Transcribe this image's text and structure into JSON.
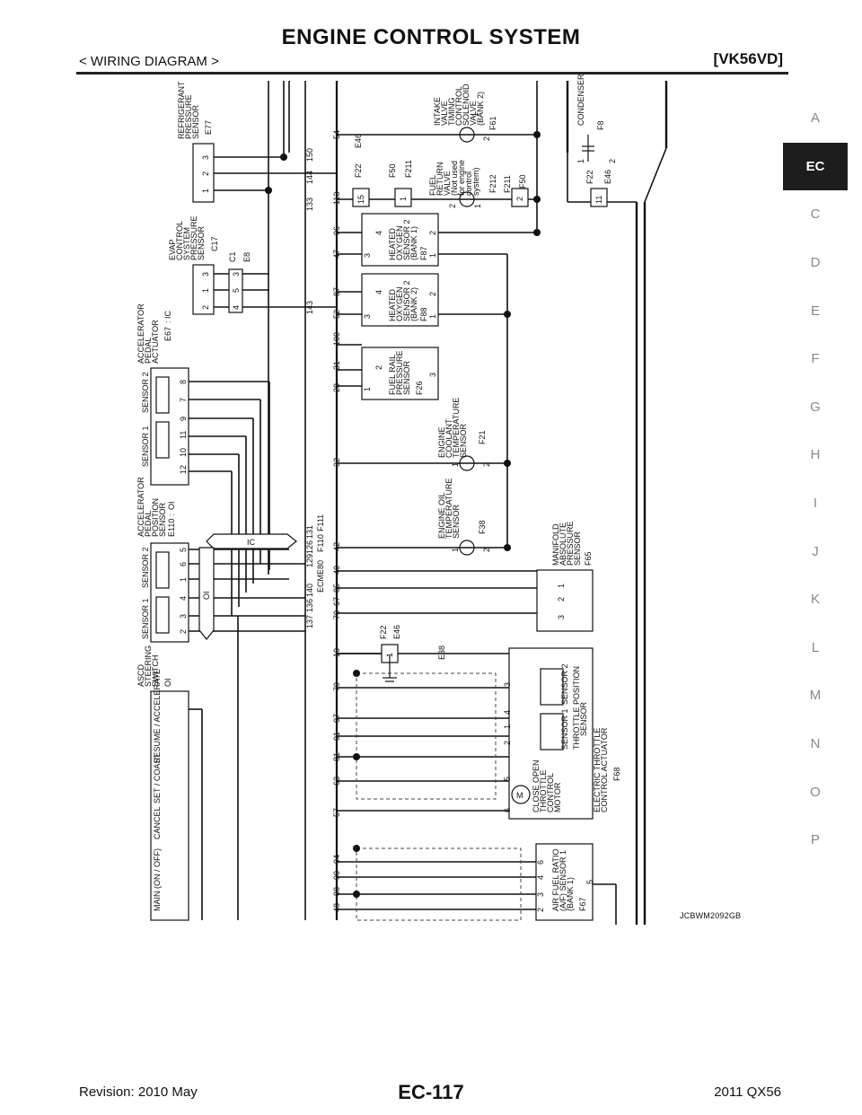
{
  "header": {
    "title": "ENGINE CONTROL SYSTEM",
    "section": "< WIRING DIAGRAM >",
    "model": "[VK56VD]"
  },
  "side_nav": [
    "A",
    "EC",
    "C",
    "D",
    "E",
    "F",
    "G",
    "H",
    "I",
    "J",
    "K",
    "L",
    "M",
    "N",
    "O",
    "P"
  ],
  "side_nav_active": "EC",
  "footer": {
    "revision": "Revision: 2010 May",
    "page": "EC-117",
    "vehicle": "2011 QX56"
  },
  "diagram_code": "JCBWM2092GB",
  "components": {
    "refrigerant": {
      "lines": [
        "REFRIGERANT",
        "PRESSURE",
        "SENSOR"
      ],
      "conn": "E77",
      "pins": [
        "1",
        "2",
        "3"
      ]
    },
    "evap": {
      "lines": [
        "EVAP",
        "CONTROL",
        "SYSTEM",
        "PRESSURE",
        "SENSOR"
      ],
      "conn": "C17",
      "pins": [
        "2",
        "1",
        "3"
      ],
      "joint_pins": [
        "4",
        "5",
        "3"
      ],
      "joint_conn_1": "C1",
      "joint_conn_2": "E8"
    },
    "accel_actuator": {
      "lines": [
        "ACCELERATOR",
        "PEDAL",
        "ACTUATOR"
      ],
      "conn": "E67",
      "sep": ":",
      "conn2": "IC",
      "s1": "SENSOR 1",
      "s2": "SENSOR 2",
      "pins": [
        "12",
        "10",
        "11",
        "9",
        "7",
        "8"
      ]
    },
    "accel_position": {
      "lines": [
        "ACCELERATOR",
        "PEDAL",
        "POSITION",
        "SENSOR"
      ],
      "conn": "E110",
      "sep": ":",
      "conn2": "OI",
      "s1": "SENSOR 1",
      "s2": "SENSOR 2",
      "pins": [
        "2",
        "3",
        "4",
        "1",
        "6",
        "5"
      ]
    },
    "ascd": {
      "lines": [
        "ASCD",
        "STEERING",
        "SWITCH"
      ],
      "conn": "OI",
      "buttons": [
        "MAIN (ON / OFF)",
        "CANCEL",
        "SET / COAST",
        "RESUME / ACCELERATE"
      ]
    },
    "ecm": {
      "label": "ECM",
      "conn": "E80",
      "conn_a": "F110",
      "conn_b": "F111"
    },
    "oxygen_b1": {
      "lines": [
        "HEATED",
        "OXYGEN",
        "SENSOR 2",
        "(BANK 1)"
      ],
      "conn": "F87",
      "pins": [
        "3",
        "4",
        "1",
        "2"
      ]
    },
    "oxygen_b2": {
      "lines": [
        "HEATED",
        "OXYGEN",
        "SENSOR 2",
        "(BANK 2)"
      ],
      "conn": "F88",
      "pins": [
        "3",
        "4",
        "1",
        "2"
      ]
    },
    "fuel_rail": {
      "lines": [
        "FUEL RAIL",
        "PRESSURE",
        "SENSOR"
      ],
      "conn": "F26",
      "pins": [
        "1",
        "2",
        "3"
      ]
    },
    "coolant": {
      "lines": [
        "ENGINE",
        "COOLANT",
        "TEMPERATURE",
        "SENSOR"
      ],
      "conn": "F21",
      "pins": [
        "1",
        "2"
      ]
    },
    "oil_temp": {
      "lines": [
        "ENGINE OIL",
        "TEMPERATURE",
        "SENSOR"
      ],
      "conn": "F38",
      "pins": [
        "1",
        "2"
      ]
    },
    "intake_valve": {
      "lines": [
        "INTAKE",
        "VALVE",
        "TIMING",
        "CONTROL",
        "SOLENOID",
        "VALVE",
        "(BANK 2)"
      ],
      "conn": "F61",
      "pins": [
        "1",
        "2"
      ]
    },
    "fuel_return": {
      "lines": [
        "FUEL",
        "RETURN",
        "VALVE",
        "(Not used",
        "for engine",
        "control",
        "system)"
      ],
      "conn_a": "F212",
      "conn_b": "F211",
      "conn_c": "F50",
      "pins": [
        "2",
        "1"
      ]
    },
    "condenser": {
      "label": "CONDENSER",
      "conn": "F8",
      "pins": [
        "1",
        "2"
      ]
    },
    "manifold": {
      "lines": [
        "MANIFOLD",
        "ABSOLUTE",
        "PRESSURE",
        "SENSOR"
      ],
      "conn": "F65",
      "pins": [
        "3",
        "2",
        "1"
      ]
    },
    "throttle": {
      "lines": [
        "ELECTRIC THROTTLE",
        "CONTROL ACTUATOR"
      ],
      "conn": "F68",
      "pos_lines": [
        "THROTTLE POSITION",
        "SENSOR"
      ],
      "s1": "SENSOR 1",
      "s2": "SENSOR 2",
      "motor_lines": [
        "THROTTLE",
        "CONTROL",
        "MOTOR"
      ],
      "close_open": "CLOSE  OPEN",
      "motor_symbol": "M",
      "pins": [
        "6",
        "5",
        "2",
        "1",
        "4",
        "3"
      ]
    },
    "af_sensor": {
      "lines": [
        "AIR FUEL RATIO",
        "(A/F) SENSOR 1",
        "(BANK 1)"
      ],
      "conn": "F67",
      "pins": [
        "2",
        "3",
        "4",
        "6",
        "5"
      ]
    },
    "ground": {
      "conn_a": "F22",
      "conn_b": "E46",
      "conn_c": "E38",
      "pin": "1"
    }
  },
  "joint_labels": {
    "ic": "IC",
    "oi": "OI"
  },
  "ecm_terminals": {
    "upper": [
      "133",
      "144",
      "150",
      "54",
      "113",
      "96",
      "47",
      "87",
      "52",
      "100",
      "31",
      "28",
      "32",
      "42",
      "40",
      "85",
      "67",
      "70",
      "10",
      "79",
      "97",
      "91",
      "81",
      "63",
      "57",
      "94",
      "90",
      "88",
      "48"
    ],
    "group_131": [
      "131",
      "126",
      "129"
    ],
    "group_137": [
      "137",
      "136",
      "140"
    ],
    "single": "143"
  },
  "joint_conns": {
    "fuel_f22": "F22",
    "fuel_f22_pin": "15",
    "fuel_e46": "E46",
    "fuel_f50": "F50",
    "fuel_f50_pin": "1",
    "fuel_f211": "F211",
    "cond_f22": "F22",
    "cond_e46": "E46",
    "cond_pin": "11",
    "fret_pin": "2"
  }
}
